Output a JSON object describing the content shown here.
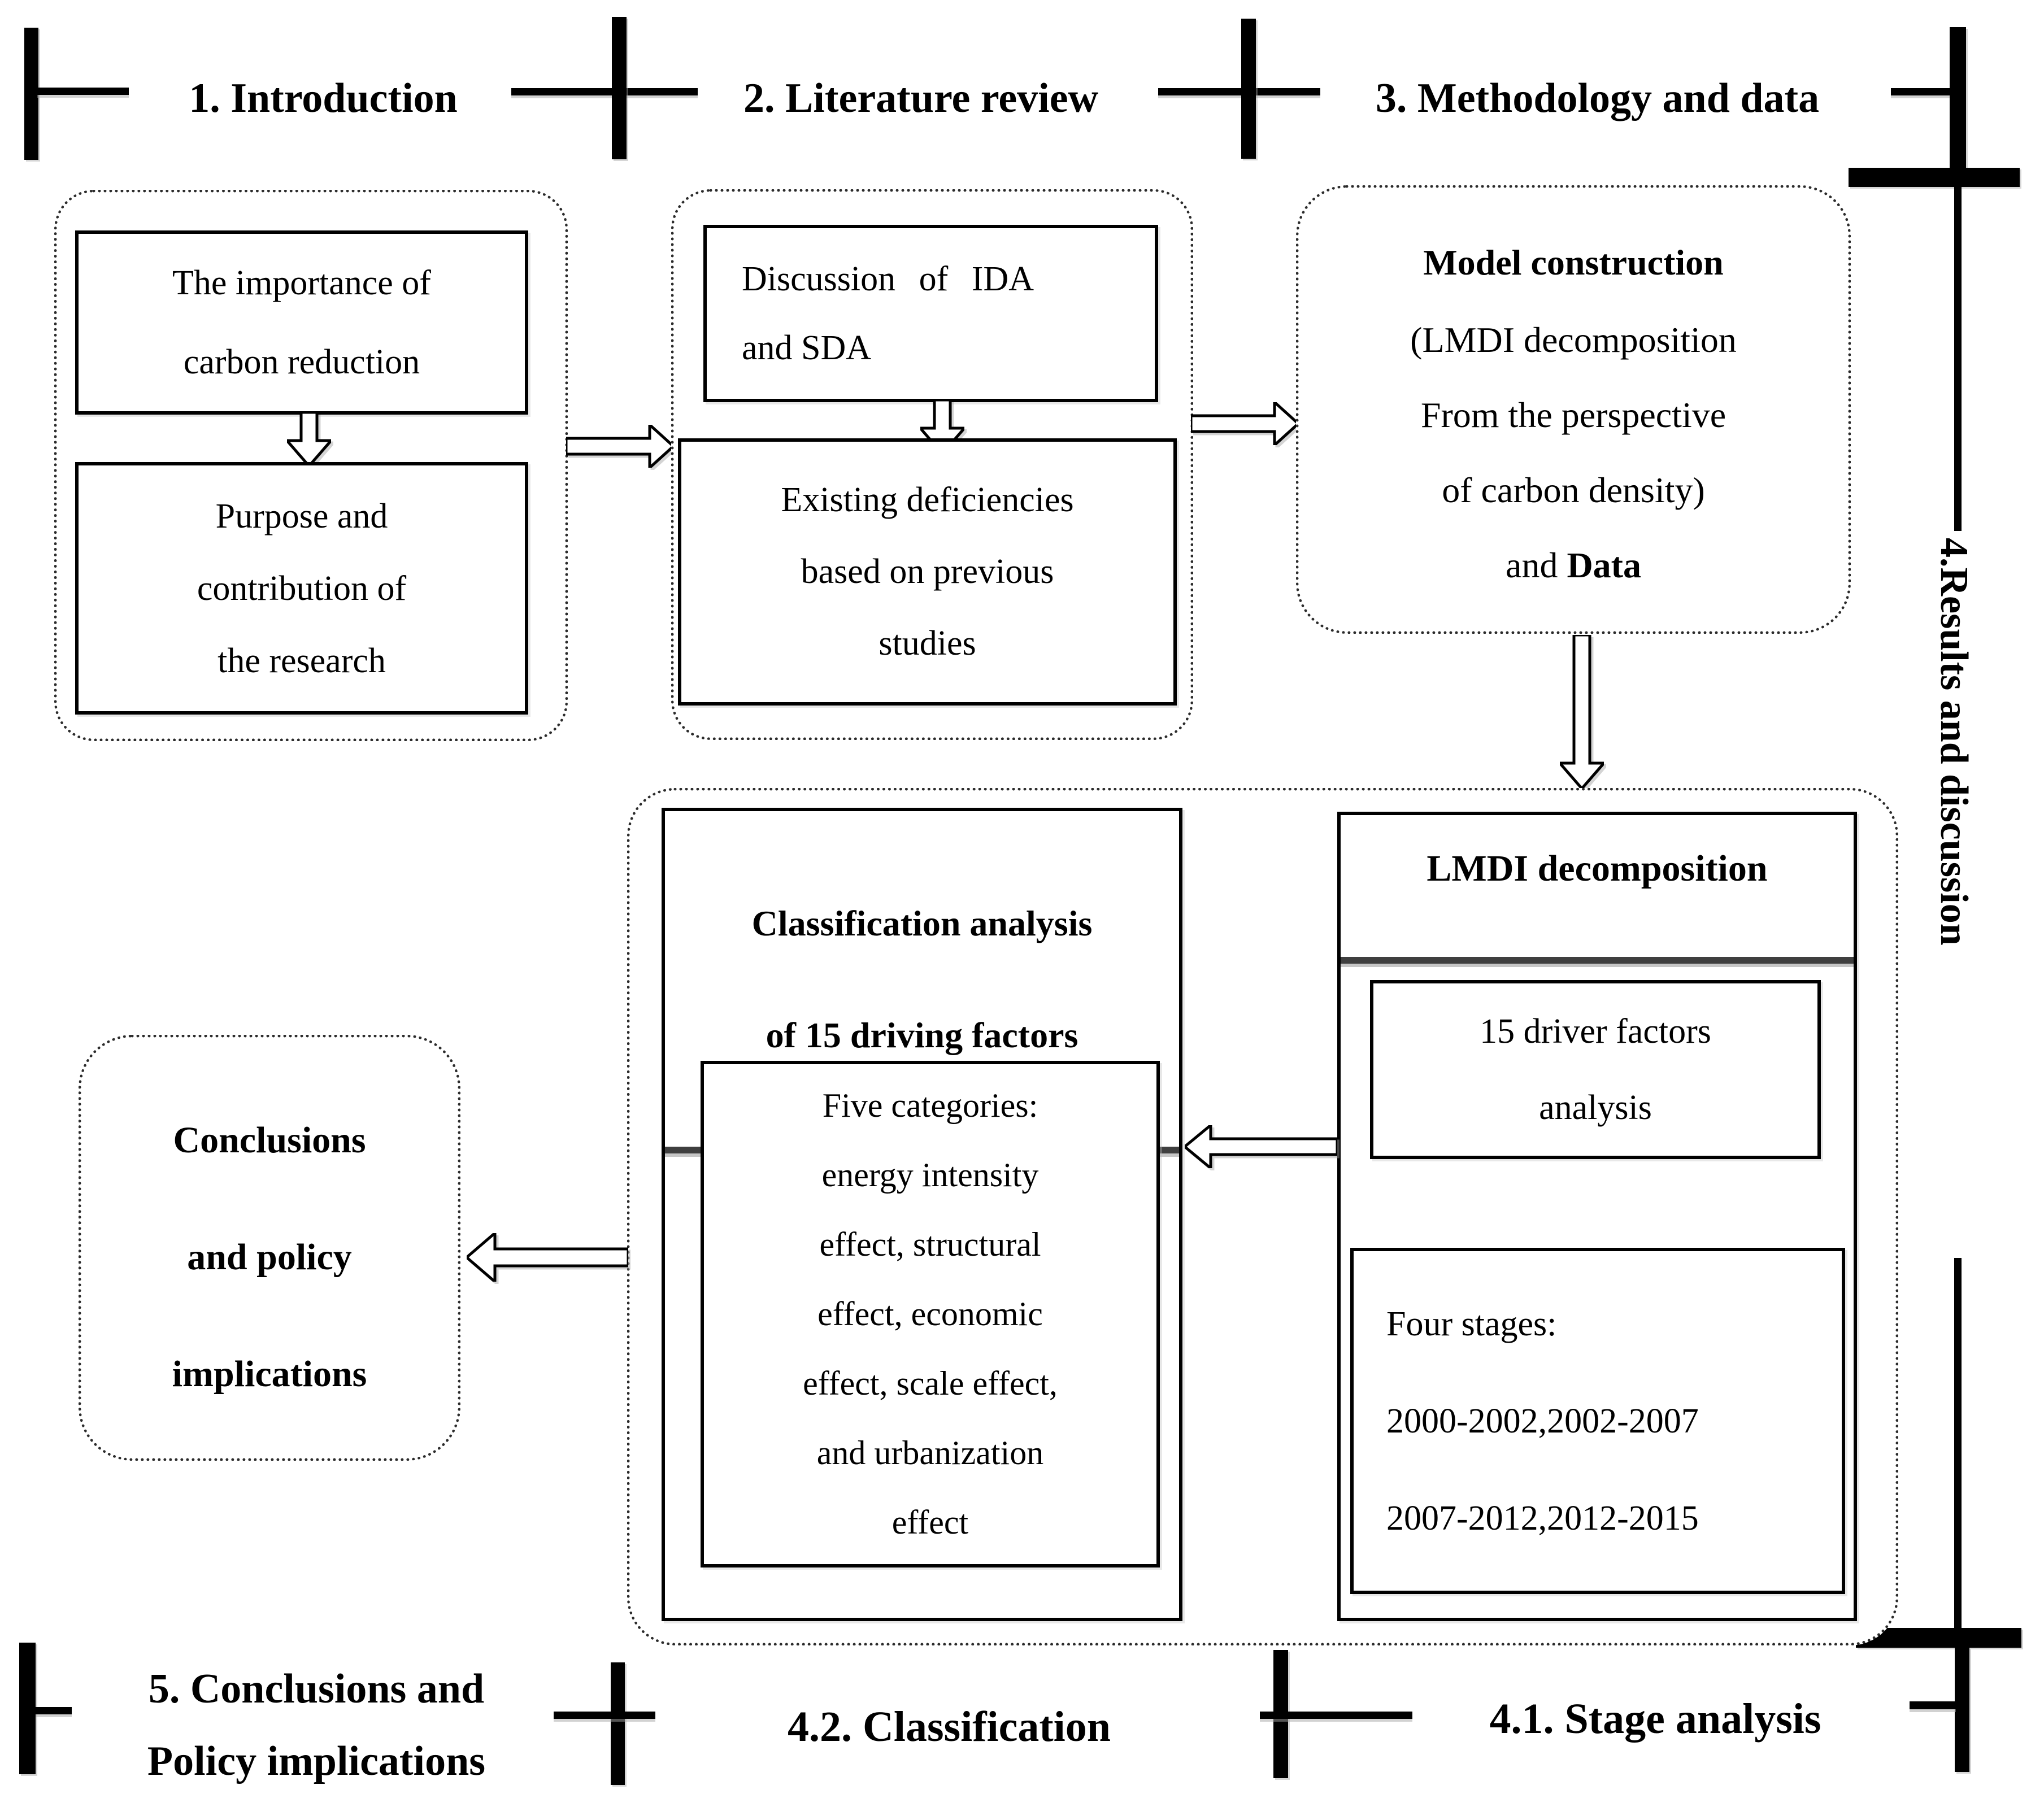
{
  "figure": {
    "top_sections": [
      {
        "label": "1. Introduction"
      },
      {
        "label": "2. Literature review"
      },
      {
        "label": "3. Methodology and data"
      }
    ],
    "side_section": {
      "label": "4.Results and discussion"
    },
    "bottom_sections": {
      "conclusions": {
        "line1": "5. Conclusions and",
        "line2": "Policy implications"
      },
      "classification": {
        "label": "4.2. Classification"
      },
      "stage": {
        "label": "4.1. Stage analysis"
      }
    },
    "intro": {
      "importance_box": {
        "line1": "The importance of",
        "line2": "carbon reduction"
      },
      "purpose_box": {
        "line1": "Purpose and",
        "line2": "contribution of",
        "line3": "the research"
      }
    },
    "literature": {
      "ida_box": {
        "line1": "Discussion of IDA",
        "line2": "and SDA"
      },
      "deficiency_box": {
        "line1": "Existing deficiencies",
        "line2": "based on previous",
        "line3": "studies"
      }
    },
    "methodology": {
      "title": "Model construction",
      "line2": "(LMDI decomposition",
      "line3": "From the perspective",
      "line4": "of carbon density)",
      "line5_regular": "and ",
      "line5_bold": "Data"
    },
    "results": {
      "classification_panel": {
        "header_line1": "Classification analysis",
        "header_line2": "of 15 driving factors",
        "body": {
          "line1": "Five categories:",
          "line2": "energy intensity",
          "line3": "effect, structural",
          "line4": "effect, economic",
          "line5": "effect, scale effect,",
          "line6": "and urbanization",
          "line7": "effect"
        }
      },
      "lmdi_panel": {
        "header": "LMDI decomposition",
        "driver_box": {
          "line1": "15 driver factors",
          "line2": "analysis"
        },
        "stages_box": {
          "line1": "Four stages:",
          "line2": "2000-2002,2002-2007",
          "line3": "2007-2012,2012-2015"
        }
      }
    },
    "conclusion_box": {
      "line1": "Conclusions",
      "line2": "and policy",
      "line3": "implications"
    }
  }
}
